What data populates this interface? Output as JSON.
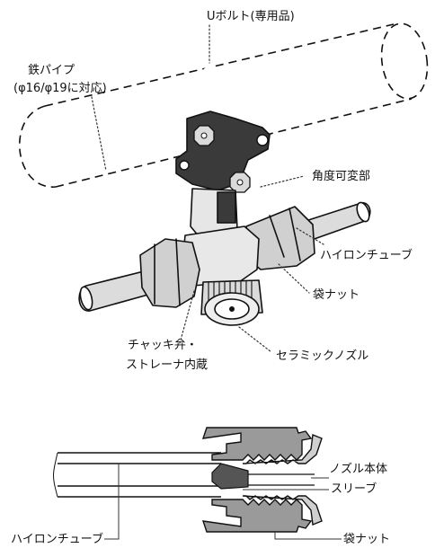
{
  "figure_top": {
    "labels": {
      "u_bolt": "Uボルト(専用品)",
      "iron_pipe_line1": "鉄パイプ",
      "iron_pipe_line2": "(φ16/φ19に対応)",
      "angle_adjust": "角度可変部",
      "nylon_tube": "ハイロンチューブ",
      "cap_nut": "袋ナット",
      "check_valve_line1": "チャッキ弁・",
      "check_valve_line2": "ストレーナ内蔵",
      "ceramic_nozzle": "セラミックノズル"
    }
  },
  "figure_bottom": {
    "labels": {
      "nozzle_body": "ノズル本体",
      "sleeve": "スリーブ",
      "nylon_tube": "ハイロンチューブ",
      "cap_nut": "袋ナット"
    }
  },
  "colors": {
    "ink": "#111111",
    "body_fill": "#d9d9d9",
    "dark_fill": "#3a3a3a",
    "section_fill": "#9a9a9a"
  }
}
